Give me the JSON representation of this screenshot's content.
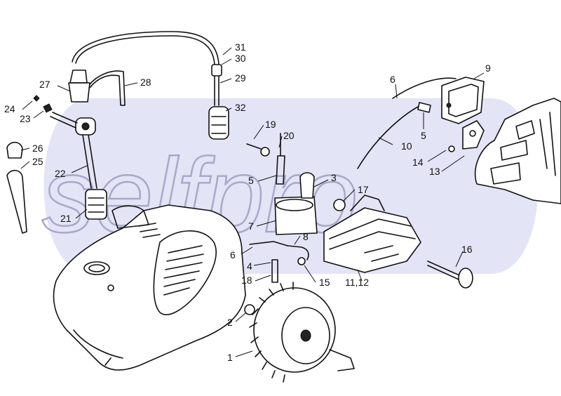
{
  "watermark": {
    "text": "selfpro",
    "band_color": "#e3e4f6"
  },
  "callouts": [
    {
      "id": "31",
      "text": "31"
    },
    {
      "id": "30",
      "text": "30"
    },
    {
      "id": "29",
      "text": "29"
    },
    {
      "id": "32",
      "text": "32"
    },
    {
      "id": "27",
      "text": "27"
    },
    {
      "id": "28",
      "text": "28"
    },
    {
      "id": "24",
      "text": "24"
    },
    {
      "id": "23",
      "text": "23"
    },
    {
      "id": "26",
      "text": "26"
    },
    {
      "id": "25",
      "text": "25"
    },
    {
      "id": "22",
      "text": "22"
    },
    {
      "id": "21",
      "text": "21"
    },
    {
      "id": "19",
      "text": "19"
    },
    {
      "id": "20",
      "text": "20"
    },
    {
      "id": "5a",
      "text": "5"
    },
    {
      "id": "3",
      "text": "3"
    },
    {
      "id": "17",
      "text": "17"
    },
    {
      "id": "7",
      "text": "7"
    },
    {
      "id": "8",
      "text": "8"
    },
    {
      "id": "6a",
      "text": "6"
    },
    {
      "id": "4",
      "text": "4"
    },
    {
      "id": "18",
      "text": "18"
    },
    {
      "id": "15",
      "text": "15"
    },
    {
      "id": "11_12",
      "text": "11,12"
    },
    {
      "id": "6b",
      "text": "6"
    },
    {
      "id": "9",
      "text": "9"
    },
    {
      "id": "5b",
      "text": "5"
    },
    {
      "id": "10",
      "text": "10"
    },
    {
      "id": "14",
      "text": "14"
    },
    {
      "id": "13",
      "text": "13"
    },
    {
      "id": "16",
      "text": "16"
    },
    {
      "id": "2",
      "text": "2"
    },
    {
      "id": "1",
      "text": "1"
    }
  ]
}
